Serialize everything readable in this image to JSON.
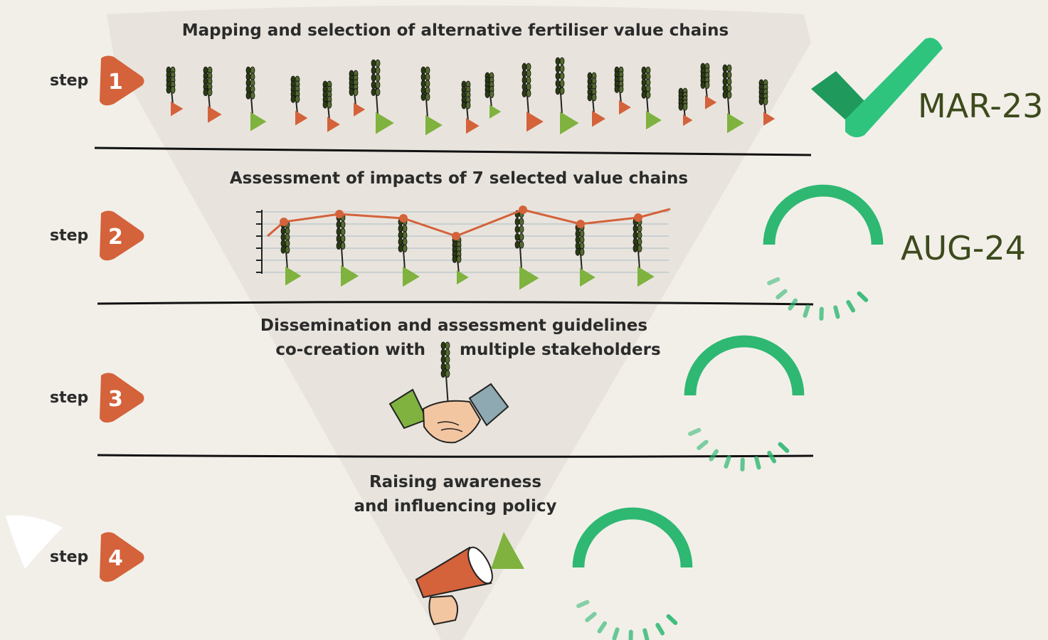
{
  "steps": [
    {
      "word": "step",
      "number": "1",
      "title_lines": [
        "Mapping and selection of alternative fertiliser value chains"
      ],
      "status": "complete",
      "date": "MAR-23"
    },
    {
      "word": "step",
      "number": "2",
      "title_lines": [
        "Assessment of impacts of 7 selected value chains"
      ],
      "status": "in-progress",
      "date": "AUG-24"
    },
    {
      "word": "step",
      "number": "3",
      "title_lines": [
        "Dissemination and assessment guidelines",
        "co-creation with",
        "multiple stakeholders"
      ],
      "status": "in-progress",
      "date": ""
    },
    {
      "word": "step",
      "number": "4",
      "title_lines": [
        "Raising awareness",
        "and influencing policy"
      ],
      "status": "in-progress",
      "date": ""
    }
  ],
  "icons": {
    "step1": "wheat-seedlings-icon",
    "step2": "wheat-line-chart-icon",
    "step3": "handshake-wheat-icon",
    "step4": "megaphone-icon",
    "complete": "checkmark-icon",
    "in_progress": "progress-spinner-icon"
  },
  "colors": {
    "background": "#f2efe9",
    "funnel": "#e8e4dd",
    "step_badge": "#d4623a",
    "green": "#2eb872",
    "dark_green": "#1f9a5c",
    "leaf_green": "#7fb23e",
    "date_text": "#3d4a1c"
  }
}
